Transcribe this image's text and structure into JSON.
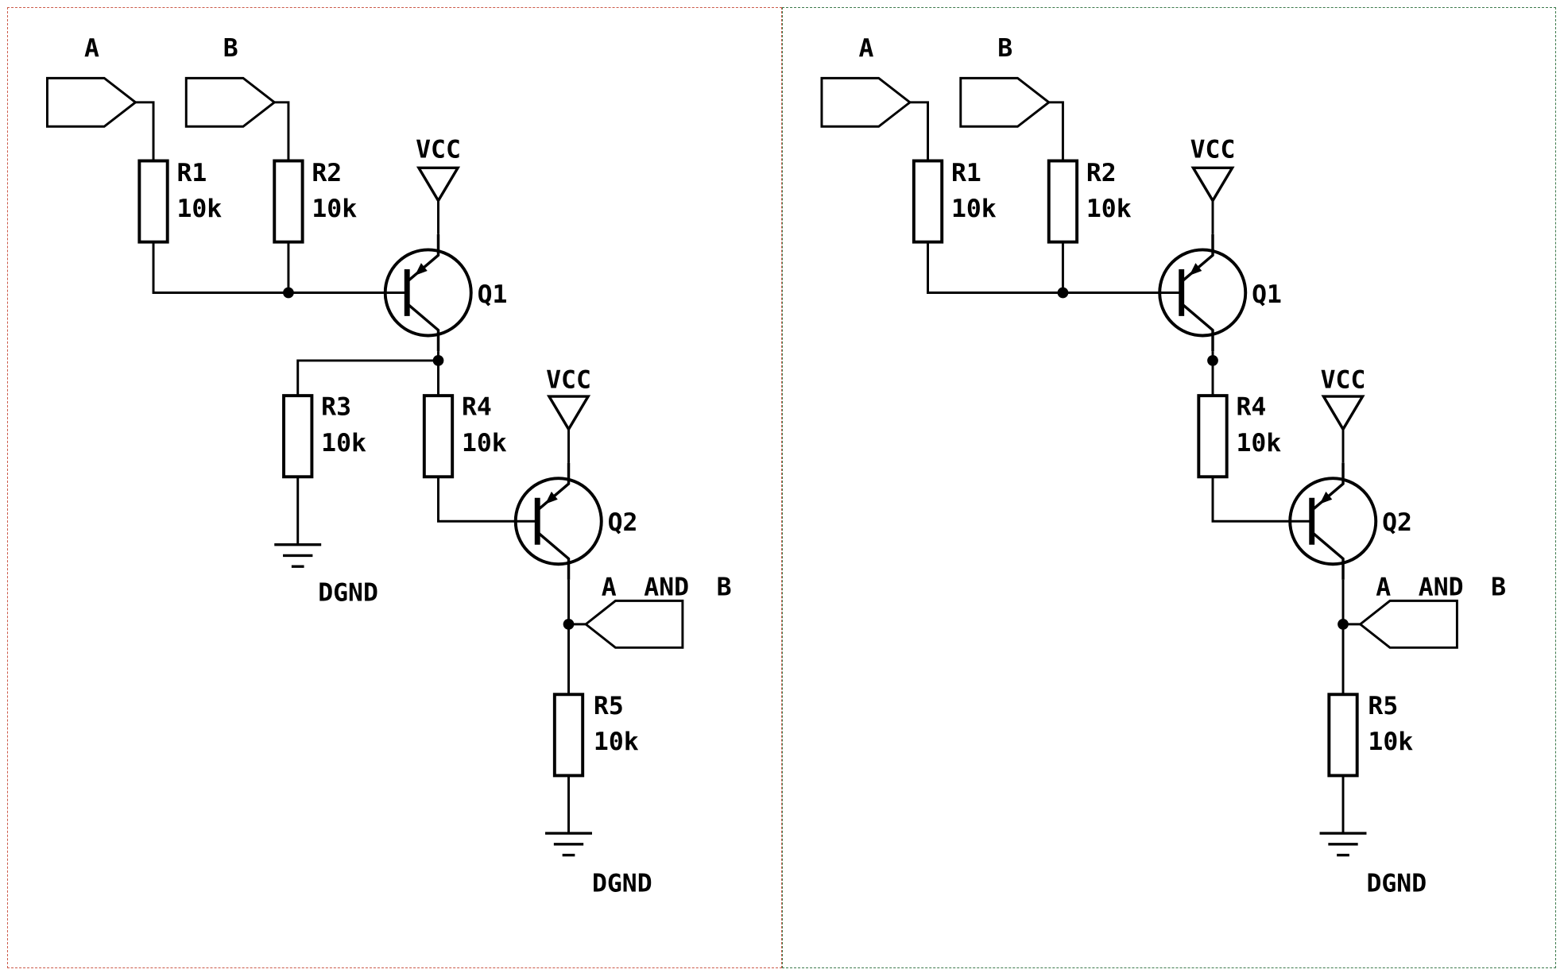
{
  "panels": [
    {
      "id": "and-gate-variant-with-r3",
      "border_color": "#cc5a49",
      "inputs": {
        "a": "A",
        "b": "B"
      },
      "output": {
        "label": "A AND B"
      },
      "power": {
        "vcc1": "VCC",
        "vcc2": "VCC"
      },
      "ground": {
        "dgnd1": "DGND",
        "dgnd2": "DGND"
      },
      "transistors": {
        "q1": "Q1",
        "q2": "Q2"
      },
      "resistors": {
        "r1": {
          "name": "R1",
          "value": "10k"
        },
        "r2": {
          "name": "R2",
          "value": "10k"
        },
        "r3": {
          "name": "R3",
          "value": "10k"
        },
        "r4": {
          "name": "R4",
          "value": "10k"
        },
        "r5": {
          "name": "R5",
          "value": "10k"
        }
      }
    },
    {
      "id": "and-gate-variant-without-r3",
      "border_color": "#3d7a4c",
      "inputs": {
        "a": "A",
        "b": "B"
      },
      "output": {
        "label": "A AND B"
      },
      "power": {
        "vcc1": "VCC",
        "vcc2": "VCC"
      },
      "ground": {
        "dgnd2": "DGND"
      },
      "transistors": {
        "q1": "Q1",
        "q2": "Q2"
      },
      "resistors": {
        "r1": {
          "name": "R1",
          "value": "10k"
        },
        "r2": {
          "name": "R2",
          "value": "10k"
        },
        "r4": {
          "name": "R4",
          "value": "10k"
        },
        "r5": {
          "name": "R5",
          "value": "10k"
        }
      }
    }
  ]
}
